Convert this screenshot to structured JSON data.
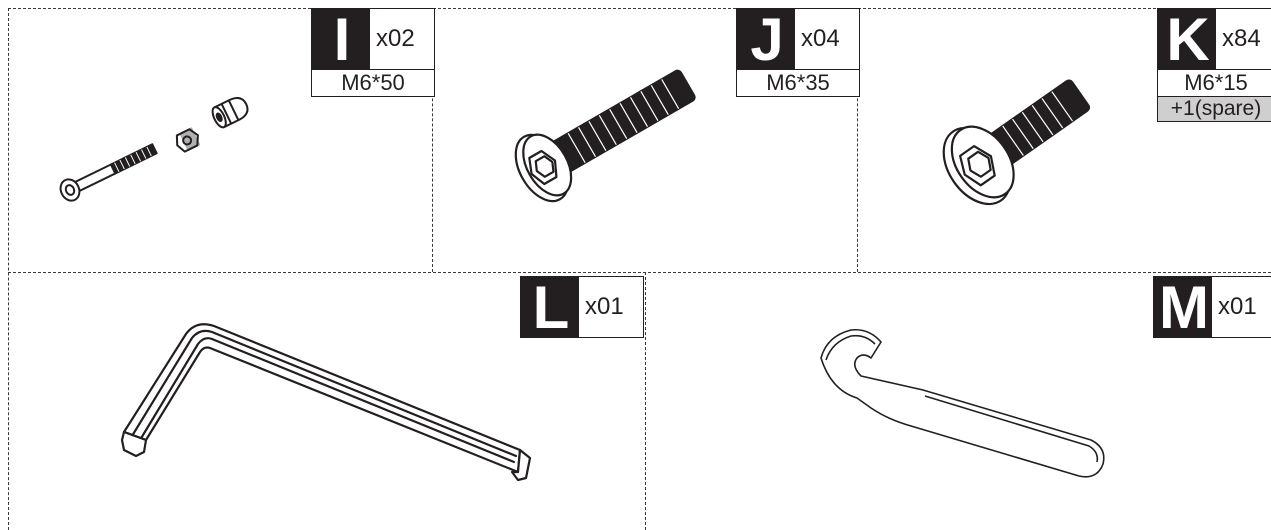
{
  "parts": [
    {
      "letter": "I",
      "qty": "x02",
      "spec": "M6*50",
      "icon": "bolt-with-nuts-icon"
    },
    {
      "letter": "J",
      "qty": "x04",
      "spec": "M6*35",
      "icon": "button-head-bolt-icon"
    },
    {
      "letter": "K",
      "qty": "x84",
      "spec": "M6*15",
      "spare": "+1(spare)",
      "icon": "short-button-head-bolt-icon"
    },
    {
      "letter": "L",
      "qty": "x01",
      "icon": "allen-key-icon"
    },
    {
      "letter": "M",
      "qty": "x01",
      "icon": "open-end-wrench-icon"
    }
  ]
}
